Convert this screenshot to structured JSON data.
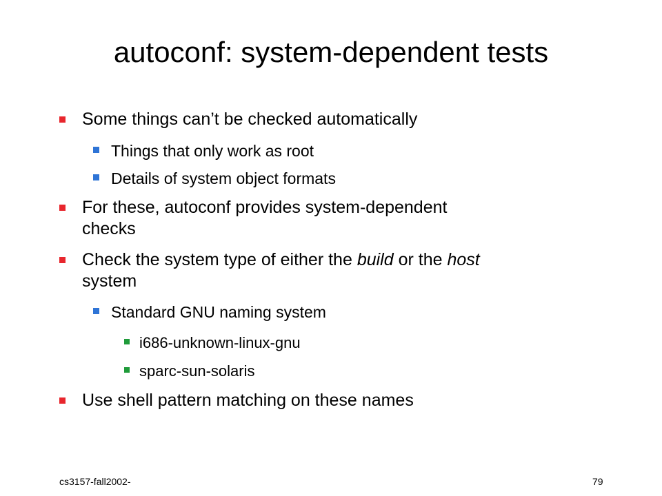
{
  "slide": {
    "title": "autoconf: system-dependent tests",
    "bullets": [
      {
        "level": 1,
        "lines": [
          "Some things can’t be checked automatically"
        ]
      },
      {
        "level": 2,
        "lines": [
          "Things that only work as root"
        ]
      },
      {
        "level": 2,
        "lines": [
          "Details of system object formats"
        ]
      },
      {
        "level": 1,
        "lines": [
          "For these, autoconf provides system-dependent",
          "checks"
        ]
      },
      {
        "level": 1,
        "lines": [
          "Check the system type of either the ",
          "build",
          " or the ",
          "host",
          "system"
        ]
      },
      {
        "level": 2,
        "lines": [
          "Standard GNU naming system"
        ]
      },
      {
        "level": 3,
        "lines": [
          "i686-unknown-linux-gnu"
        ]
      },
      {
        "level": 3,
        "lines": [
          "sparc-sun-solaris"
        ]
      },
      {
        "level": 1,
        "lines": [
          "Use shell pattern matching on these names"
        ]
      }
    ],
    "footer": {
      "left": "cs3157-fall2002-",
      "right": "79"
    }
  },
  "colors": {
    "level1_marker": "#e8262d",
    "level2_marker": "#2e74d6",
    "level3_marker": "#1f9b3a",
    "text": "#000000",
    "background": "#ffffff"
  }
}
